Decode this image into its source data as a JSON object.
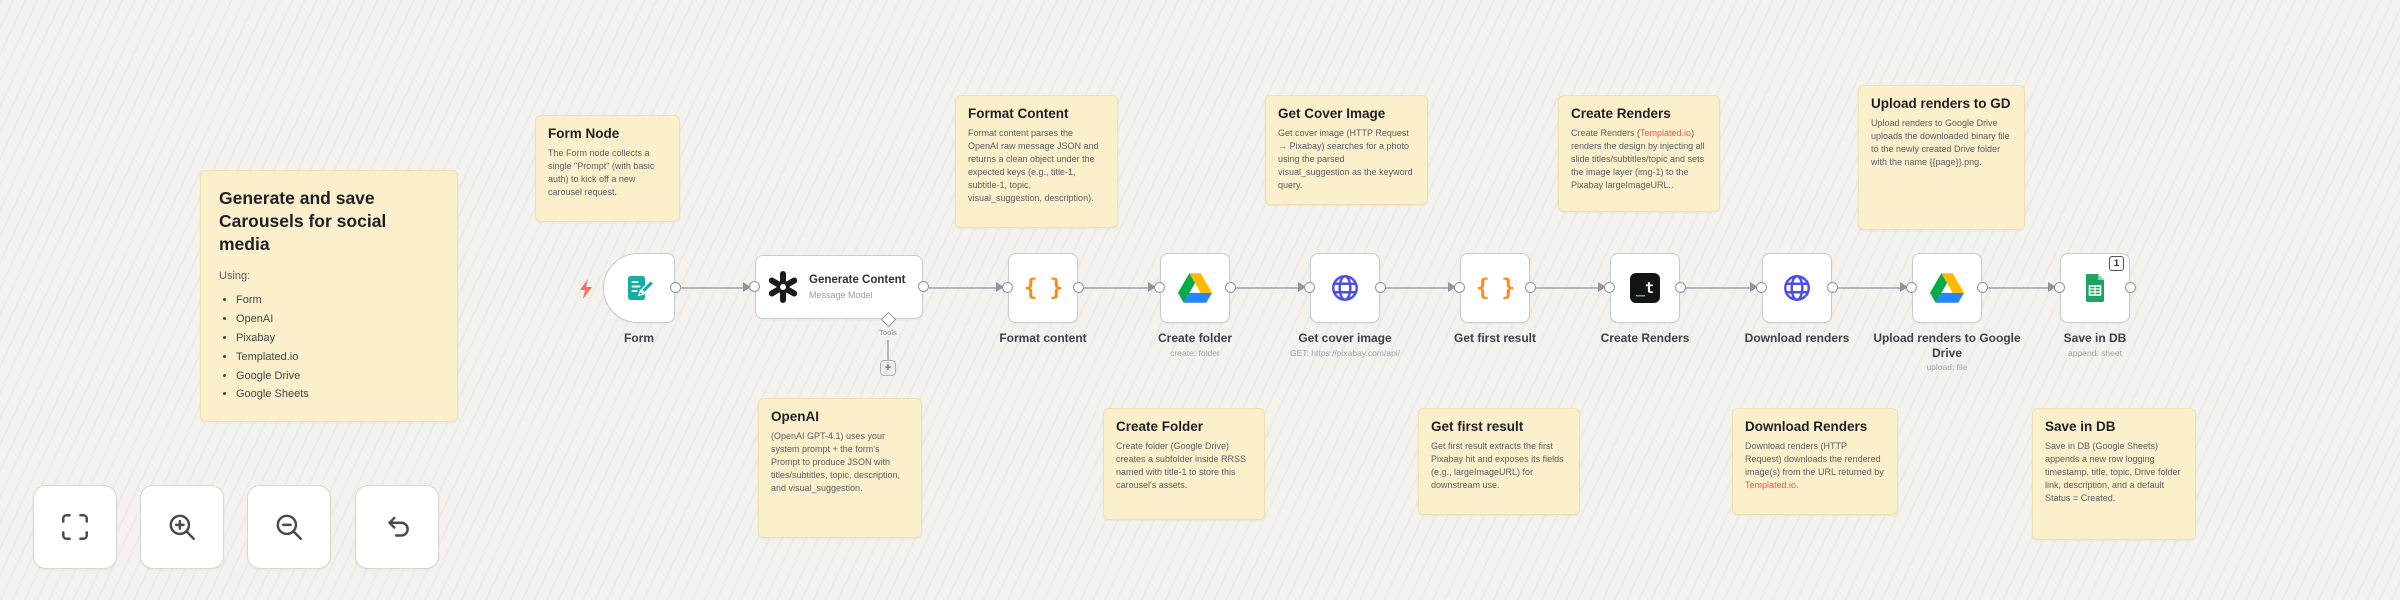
{
  "colors": {
    "canvas_bg": "#f3f2ef",
    "sticky_bg": "#fbf0cb",
    "link_red": "#f2544d",
    "node_border": "#c9cbd4",
    "connection_gray": "#b3b5bd",
    "trigger_bolt_red": "#ff6d5a",
    "braces_orange": "#ff8c1a",
    "http_globe_indigo": "#4b50e2",
    "form_teal": "#14b0a2",
    "sheets_green": "#1ea362"
  },
  "icons": {
    "braces_glyph": "{ }",
    "plus_glyph": "+",
    "templated_underscore": "_",
    "templated_t": "t"
  },
  "notes": {
    "overview": {
      "title": "Generate and save Carousels for social media",
      "intro": "Using:",
      "items": [
        "Form",
        "OpenAI",
        "Pixabay",
        "Templated.io",
        "Google Drive",
        "Google Sheets"
      ]
    },
    "form": {
      "title": "Form Node",
      "body": "The Form node collects a single \"Prompt\" (with basic auth) to kick off a new carousel request."
    },
    "openai": {
      "title": "OpenAI",
      "body": "(OpenAI GPT-4.1) uses your system prompt + the form's Prompt to produce JSON with titles/subtitles, topic, description, and visual_suggestion."
    },
    "format_content": {
      "title": "Format Content",
      "body": "Format content parses the OpenAI raw message JSON and returns a clean object under the expected keys (e.g., title-1, subtitle-1, topic, visual_suggestion, description)."
    },
    "create_folder": {
      "title": "Create Folder",
      "body": "Create folder (Google Drive) creates a subfolder inside RRSS named with title-1 to store this carousel's assets."
    },
    "get_cover": {
      "title": "Get Cover Image",
      "body": "Get cover image (HTTP Request → Pixabay) searches for a photo using the parsed visual_suggestion as the keyword query."
    },
    "get_first": {
      "title": "Get first result",
      "body": "Get first result extracts the first Pixabay hit and exposes its fields (e.g., largeImageURL) for downstream use."
    },
    "create_renders": {
      "title": "Create Renders",
      "body_pre": "Create Renders (",
      "link": "Templated.io",
      "body_post": ") renders the design by injecting all slide titles/subtitles/topic and sets the image layer (img-1) to the Pixabay largeImageURL.."
    },
    "download_renders": {
      "title": "Download Renders",
      "body_pre": "Download renders (HTTP Request) downloads the rendered image(s) from the URL returned by ",
      "link": "Templated.io."
    },
    "upload_gd": {
      "title": "Upload renders to GD",
      "body": "Upload renders to Google Drive uploads the downloaded binary file to the newly created Drive folder with the name {{page}}.png."
    },
    "save_db": {
      "title": "Save in DB",
      "body": "Save in DB (Google Sheets) appends a new row logging timestamp, title, topic, Drive folder link, description, and a default Status = Created."
    }
  },
  "nodes": {
    "form": {
      "label": "Form"
    },
    "generate_content": {
      "label": "Generate Content",
      "subtitle": "Message Model",
      "tools_label": "Tools"
    },
    "format_content": {
      "label": "Format content"
    },
    "create_folder": {
      "label": "Create folder",
      "subtitle": "create: folder"
    },
    "get_cover_image": {
      "label": "Get cover image",
      "subtitle": "GET: https://pixabay.com/api/"
    },
    "get_first_result": {
      "label": "Get first result"
    },
    "create_renders": {
      "label": "Create Renders"
    },
    "download_renders": {
      "label": "Download renders"
    },
    "upload_gd": {
      "label": "Upload renders to Google Drive",
      "subtitle": "upload: file"
    },
    "save_db": {
      "label": "Save in DB",
      "subtitle": "append: sheet",
      "badge": "1"
    }
  },
  "controls": {
    "buttons": [
      "zoom-to-fit",
      "zoom-in",
      "zoom-out",
      "reset-zoom"
    ]
  }
}
